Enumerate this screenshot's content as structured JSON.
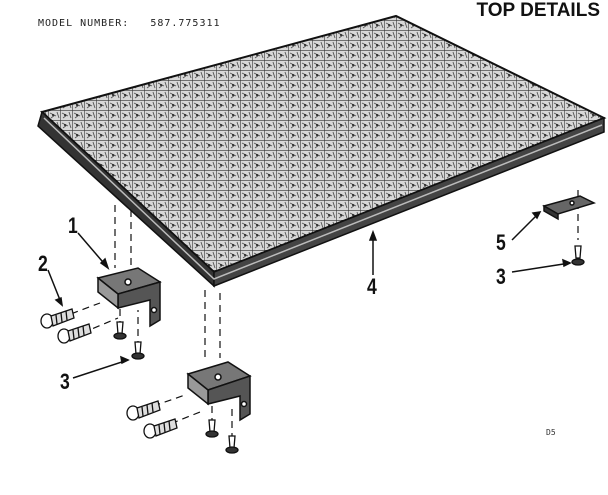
{
  "model_label": "MODEL NUMBER:",
  "model_number": "587.775311",
  "title": "TOP DETAILS",
  "callouts": {
    "c1": "1",
    "c2": "2",
    "c3a": "3",
    "c3b": "3",
    "c4": "4",
    "c5": "5"
  },
  "diagram_code": "D5"
}
